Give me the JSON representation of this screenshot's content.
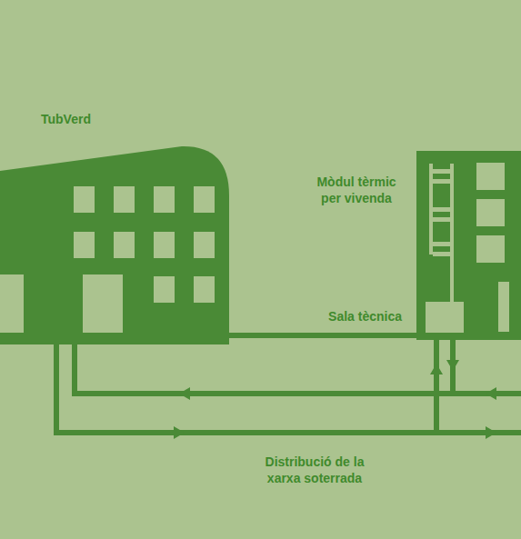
{
  "diagram": {
    "nodes": [
      {
        "text": [
          "TubVerd"
        ]
      },
      {
        "text": [
          "Sala tècnica"
        ]
      }
    ],
    "edges": [
      {
        "from": 1,
        "to": 0,
        "arrow": "to"
      },
      {
        "from": 0,
        "to": 1,
        "arrow": "to"
      }
    ],
    "labels": [
      "Mòdul tèrmic per vivenda",
      "Distribució de la xarxa soterrada"
    ]
  }
}
